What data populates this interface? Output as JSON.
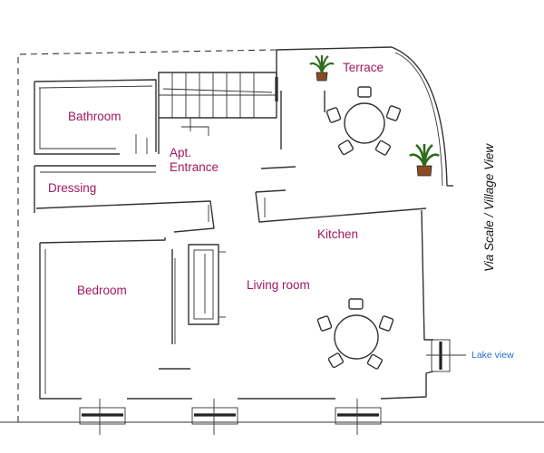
{
  "title": "Via Scale / Village View",
  "rooms": {
    "terrace": "Terrace",
    "bathroom": "Bathroom",
    "apt_line1": "Apt.",
    "apt_line2": "Entrance",
    "dressing": "Dressing",
    "kitchen": "Kitchen",
    "bedroom": "Bedroom",
    "living": "Living room"
  },
  "annotations": {
    "lake_view": "Lake view"
  },
  "icons": [
    "plant-icon",
    "dining-table-icon",
    "chair-icon",
    "sofa-icon",
    "staircase-icon",
    "window-icon"
  ],
  "colors": {
    "room_labels": "#a0185f",
    "lake_label": "#1f6fd1",
    "walls": "#333333"
  }
}
